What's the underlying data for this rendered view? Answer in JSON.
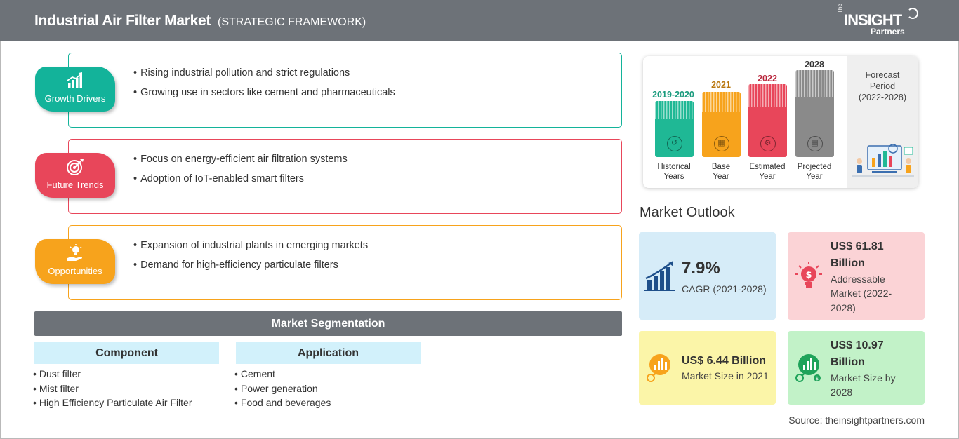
{
  "header": {
    "title": "Industrial Air Filter Market",
    "subtitle": "(STRATEGIC FRAMEWORK)",
    "logo": {
      "the": "The",
      "insight": "INSIGHT",
      "partners": "Partners"
    }
  },
  "framework": [
    {
      "label": "Growth Drivers",
      "color": "#13b39a",
      "icon": "chart-growth-icon",
      "bullets": [
        "Rising industrial pollution and strict regulations",
        "Growing use in sectors like cement and pharmaceuticals"
      ]
    },
    {
      "label": "Future Trends",
      "color": "#e8465a",
      "icon": "target-icon",
      "bullets": [
        "Focus on energy-efficient air filtration systems",
        "Adoption of IoT-enabled smart filters"
      ]
    },
    {
      "label": "Opportunities",
      "color": "#f7a31c",
      "icon": "lightbulb-hand-icon",
      "bullets": [
        "Expansion of industrial plants in emerging markets",
        "Demand for high-efficiency particulate filters"
      ]
    }
  ],
  "segmentation": {
    "title": "Market Segmentation",
    "columns": [
      {
        "heading": "Component",
        "items": [
          "Dust filter",
          "Mist filter",
          "High Efficiency Particulate Air Filter"
        ]
      },
      {
        "heading": "Application",
        "items": [
          "Cement",
          "Power generation",
          "Food and beverages"
        ]
      }
    ]
  },
  "timeline": {
    "periods": [
      {
        "year": "2019-2020",
        "label_line1": "Historical",
        "label_line2": "Years",
        "color": "#1fb895",
        "year_color": "#1a9b7d",
        "icon": "history-icon"
      },
      {
        "year": "2021",
        "label_line1": "Base",
        "label_line2": "Year",
        "color": "#f7a31c",
        "year_color": "#b8760c",
        "icon": "calendar-icon"
      },
      {
        "year": "2022",
        "label_line1": "Estimated",
        "label_line2": "Year",
        "color": "#e8465a",
        "year_color": "#b8243a",
        "icon": "gear-chart-icon"
      },
      {
        "year": "2028",
        "label_line1": "Projected",
        "label_line2": "Year",
        "color": "#8a8a8a",
        "year_color": "#333333",
        "icon": "presentation-icon"
      }
    ],
    "forecast": {
      "line1": "Forecast",
      "line2": "Period",
      "line3": "(2022-2028)"
    }
  },
  "outlook": {
    "title": "Market Outlook",
    "cagr": {
      "value": "7.9%",
      "label": "CAGR (2021-2028)"
    },
    "addressable": {
      "value_line1": "US$ 61.81",
      "value_line2": "Billion",
      "label_line1": "Addressable",
      "label_line2": "Market (2022-",
      "label_line3": "2028)"
    },
    "size2021": {
      "value": "US$ 6.44 Billion",
      "label": "Market Size in 2021"
    },
    "size2028": {
      "value_line1": "US$ 10.97",
      "value_line2": "Billion",
      "label_line1": "Market Size by",
      "label_line2": "2028"
    }
  },
  "source": "Source: theinsightpartners.com"
}
